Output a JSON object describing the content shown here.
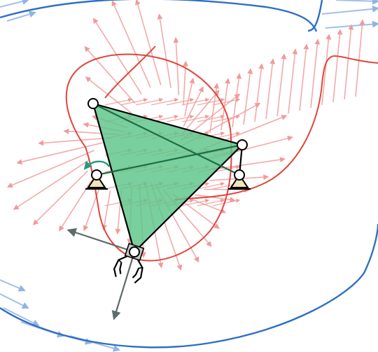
{
  "colors": {
    "background": "#ffffff",
    "blue_curve": "#2f6fc4",
    "blue_arrows": "#8fb4e6",
    "red_curve": "#e0463c",
    "red_arrows": "#f19a9a",
    "triangle_fill": "#5cc487",
    "triangle_stroke": "#000000",
    "internal_links": "#1f6b43",
    "gripper_axes": "#5d6b6b",
    "rotation_arrow": "#1f9e7e",
    "ground_support": "#f0e4b8"
  },
  "icons": {
    "ground_supports": "ground-pin-triangle",
    "end_effector": "gripper-icon",
    "rotation_indicator": "curved-arrow-icon"
  },
  "mechanism": {
    "joints": [
      "coupler-joint-top",
      "coupler-joint-right",
      "ground-pivot-left",
      "ground-pivot-right",
      "end-effector-joint"
    ],
    "ground_pivot_count": 2
  }
}
